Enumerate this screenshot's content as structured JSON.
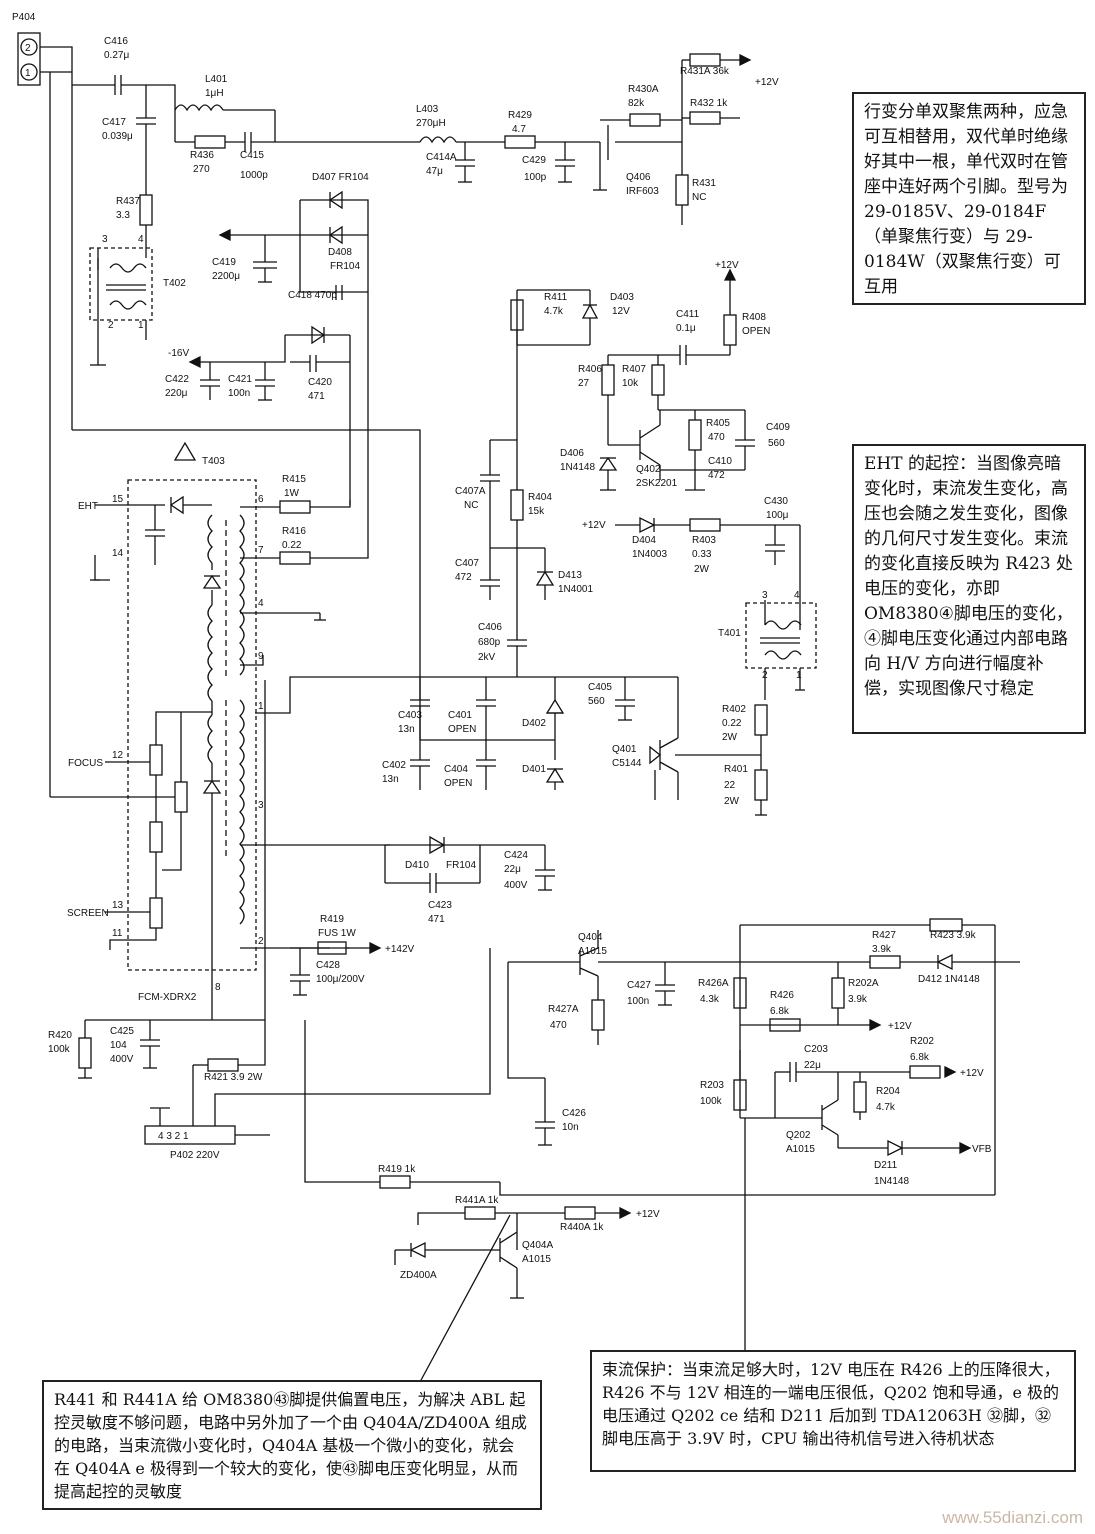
{
  "notes": {
    "dual_focus": "行变分单双聚焦两种，应急可互相替用，双代单时绝缘好其中一根，单代双时在管座中连好两个引脚。型号为 29-0185V、29-0184F（单聚焦行变）与 29-0184W（双聚焦行变）可互用",
    "eht": "EHT 的起控：当图像亮暗变化时，束流发生变化，高压也会随之发生变化，图像的几何尺寸发生变化。束流的变化直接反映为 R423 处电压的变化，亦即 OM8380④脚电压的变化，④脚电压变化通过内部电路向 H/V 方向进行幅度补偿，实现图像尺寸稳定",
    "beam_protect": "束流保护：当束流足够大时，12V 电压在 R426 上的压降很大，R426 不与 12V 相连的一端电压很低，Q202 饱和导通，e 极的电压通过 Q202 ce 结和 D211 后加到 TDA12063H ㉜脚，㉜脚电压高于 3.9V 时，CPU 输出待机信号进入待机状态",
    "abl": "R441 和 R441A 给 OM8380㊸脚提供偏置电压，为解决 ABL 起控灵敏度不够问题，电路中另外加了一个由 Q404A/ZD400A 组成的电路，当束流微小变化时，Q404A 基极一个微小的变化，就会在 Q404A e 极得到一个较大的变化，使㊸脚电压变化明显，从而提高起控的灵敏度"
  },
  "labels": [
    {
      "id": "p404",
      "t": "P404"
    },
    {
      "id": "p404_2",
      "t": "2"
    },
    {
      "id": "p404_1",
      "t": "1"
    },
    {
      "id": "c416",
      "t": "C416"
    },
    {
      "id": "c416v",
      "t": "0.27μ"
    },
    {
      "id": "l401",
      "t": "L401"
    },
    {
      "id": "l401v",
      "t": "1μH"
    },
    {
      "id": "c417",
      "t": "C417"
    },
    {
      "id": "c417v",
      "t": "0.039μ"
    },
    {
      "id": "r436",
      "t": "R436"
    },
    {
      "id": "r436v",
      "t": "270"
    },
    {
      "id": "c415",
      "t": "C415"
    },
    {
      "id": "c415v",
      "t": "1000p"
    },
    {
      "id": "r437",
      "t": "R437"
    },
    {
      "id": "r437v",
      "t": "3.3"
    },
    {
      "id": "t402",
      "t": "T402"
    },
    {
      "id": "t402_3",
      "t": "3"
    },
    {
      "id": "t402_4",
      "t": "4"
    },
    {
      "id": "t402_2",
      "t": "2"
    },
    {
      "id": "t402_1",
      "t": "1"
    },
    {
      "id": "l403",
      "t": "L403"
    },
    {
      "id": "l403v",
      "t": "270μH"
    },
    {
      "id": "r429",
      "t": "R429"
    },
    {
      "id": "r429v",
      "t": "4.7"
    },
    {
      "id": "c414a",
      "t": "C414A"
    },
    {
      "id": "c414av",
      "t": "47μ"
    },
    {
      "id": "c429",
      "t": "C429"
    },
    {
      "id": "c429v",
      "t": "100p"
    },
    {
      "id": "r431a",
      "t": "R431A 36k"
    },
    {
      "id": "p12a",
      "t": "+12V"
    },
    {
      "id": "r430a",
      "t": "R430A"
    },
    {
      "id": "r430av",
      "t": "82k"
    },
    {
      "id": "r432",
      "t": "R432 1k"
    },
    {
      "id": "q406",
      "t": "Q406"
    },
    {
      "id": "q406v",
      "t": "IRF603"
    },
    {
      "id": "r431",
      "t": "R431"
    },
    {
      "id": "r431v",
      "t": "NC"
    },
    {
      "id": "d407",
      "t": "D407 FR104"
    },
    {
      "id": "d408",
      "t": "D408"
    },
    {
      "id": "d408v",
      "t": "FR104"
    },
    {
      "id": "c419",
      "t": "C419"
    },
    {
      "id": "c419v",
      "t": "2200μ"
    },
    {
      "id": "c418",
      "t": "C418 470p"
    },
    {
      "id": "m16",
      "t": "-16V"
    },
    {
      "id": "c422",
      "t": "C422"
    },
    {
      "id": "c422v",
      "t": "220μ"
    },
    {
      "id": "c421",
      "t": "C421"
    },
    {
      "id": "c421v",
      "t": "100n"
    },
    {
      "id": "c420",
      "t": "C420"
    },
    {
      "id": "c420v",
      "t": "471"
    },
    {
      "id": "t403",
      "t": "T403"
    },
    {
      "id": "eht",
      "t": "EHT"
    },
    {
      "id": "p15",
      "t": "15"
    },
    {
      "id": "p14",
      "t": "14"
    },
    {
      "id": "p6",
      "t": "6"
    },
    {
      "id": "p7",
      "t": "7"
    },
    {
      "id": "p4",
      "t": "4"
    },
    {
      "id": "p9",
      "t": "9"
    },
    {
      "id": "p1",
      "t": "1"
    },
    {
      "id": "p3",
      "t": "3"
    },
    {
      "id": "p2",
      "t": "2"
    },
    {
      "id": "p12",
      "t": "12"
    },
    {
      "id": "p13",
      "t": "13"
    },
    {
      "id": "p11",
      "t": "11"
    },
    {
      "id": "p8",
      "t": "8"
    },
    {
      "id": "r415",
      "t": "R415"
    },
    {
      "id": "r415v",
      "t": "1W"
    },
    {
      "id": "r416",
      "t": "R416"
    },
    {
      "id": "r416v",
      "t": "0.22"
    },
    {
      "id": "focus",
      "t": "FOCUS"
    },
    {
      "id": "screen",
      "t": "SCREEN"
    },
    {
      "id": "fcm",
      "t": "FCM-XDRX2"
    },
    {
      "id": "p12b",
      "t": "+12V"
    },
    {
      "id": "r411",
      "t": "R411"
    },
    {
      "id": "r411v",
      "t": "4.7k"
    },
    {
      "id": "d403",
      "t": "D403"
    },
    {
      "id": "d403v",
      "t": "12V"
    },
    {
      "id": "c411",
      "t": "C411"
    },
    {
      "id": "c411v",
      "t": "0.1μ"
    },
    {
      "id": "r408",
      "t": "R408"
    },
    {
      "id": "r408v",
      "t": "OPEN"
    },
    {
      "id": "r406",
      "t": "R406"
    },
    {
      "id": "r406v",
      "t": "27"
    },
    {
      "id": "r407",
      "t": "R407"
    },
    {
      "id": "r407v",
      "t": "10k"
    },
    {
      "id": "r405",
      "t": "R405"
    },
    {
      "id": "r405v",
      "t": "470"
    },
    {
      "id": "c409",
      "t": "C409"
    },
    {
      "id": "c409v",
      "t": "560"
    },
    {
      "id": "d406",
      "t": "D406"
    },
    {
      "id": "d406v",
      "t": "1N4148"
    },
    {
      "id": "q402",
      "t": "Q402"
    },
    {
      "id": "q402v",
      "t": "2SK2201"
    },
    {
      "id": "c410",
      "t": "C410"
    },
    {
      "id": "c410v",
      "t": "472"
    },
    {
      "id": "c407a",
      "t": "C407A"
    },
    {
      "id": "c407av",
      "t": "NC"
    },
    {
      "id": "r404",
      "t": "R404"
    },
    {
      "id": "r404v",
      "t": "15k"
    },
    {
      "id": "c430",
      "t": "C430"
    },
    {
      "id": "c430v",
      "t": "100μ"
    },
    {
      "id": "p12c",
      "t": "+12V"
    },
    {
      "id": "d404",
      "t": "D404"
    },
    {
      "id": "d404v",
      "t": "1N4003"
    },
    {
      "id": "r403",
      "t": "R403"
    },
    {
      "id": "r403v",
      "t": "0.33"
    },
    {
      "id": "r403w",
      "t": "2W"
    },
    {
      "id": "c407",
      "t": "C407"
    },
    {
      "id": "c407v",
      "t": "472"
    },
    {
      "id": "d413",
      "t": "D413"
    },
    {
      "id": "d413v",
      "t": "1N4001"
    },
    {
      "id": "t401",
      "t": "T401"
    },
    {
      "id": "t401_3",
      "t": "3"
    },
    {
      "id": "t401_4",
      "t": "4"
    },
    {
      "id": "t401_2",
      "t": "2"
    },
    {
      "id": "t401_1",
      "t": "1"
    },
    {
      "id": "c406",
      "t": "C406"
    },
    {
      "id": "c406v",
      "t": "680p"
    },
    {
      "id": "c406w",
      "t": "2kV"
    },
    {
      "id": "c403",
      "t": "C403"
    },
    {
      "id": "c403v",
      "t": "13n"
    },
    {
      "id": "c401",
      "t": "C401"
    },
    {
      "id": "c401v",
      "t": "OPEN"
    },
    {
      "id": "d402",
      "t": "D402"
    },
    {
      "id": "c405",
      "t": "C405"
    },
    {
      "id": "c405v",
      "t": "560"
    },
    {
      "id": "r402",
      "t": "R402"
    },
    {
      "id": "r402v",
      "t": "0.22"
    },
    {
      "id": "r402w",
      "t": "2W"
    },
    {
      "id": "c402",
      "t": "C402"
    },
    {
      "id": "c402v",
      "t": "13n"
    },
    {
      "id": "c404",
      "t": "C404"
    },
    {
      "id": "c404v",
      "t": "OPEN"
    },
    {
      "id": "d401",
      "t": "D401"
    },
    {
      "id": "q401",
      "t": "Q401"
    },
    {
      "id": "q401v",
      "t": "C5144"
    },
    {
      "id": "r401",
      "t": "R401"
    },
    {
      "id": "r401v",
      "t": "22"
    },
    {
      "id": "r401w",
      "t": "2W"
    },
    {
      "id": "d410",
      "t": "D410"
    },
    {
      "id": "d410v",
      "t": "FR104"
    },
    {
      "id": "c424",
      "t": "C424"
    },
    {
      "id": "c424v",
      "t": "22μ"
    },
    {
      "id": "c424w",
      "t": "400V"
    },
    {
      "id": "c423",
      "t": "C423"
    },
    {
      "id": "c423v",
      "t": "471"
    },
    {
      "id": "r419f",
      "t": "R419"
    },
    {
      "id": "r419fv",
      "t": "FUS 1W"
    },
    {
      "id": "p142",
      "t": "+142V"
    },
    {
      "id": "c428",
      "t": "C428"
    },
    {
      "id": "c428v",
      "t": "100μ/200V"
    },
    {
      "id": "q404",
      "t": "Q404"
    },
    {
      "id": "q404v",
      "t": "A1015"
    },
    {
      "id": "r427",
      "t": "R427"
    },
    {
      "id": "r427v",
      "t": "3.9k"
    },
    {
      "id": "r423",
      "t": "R423 3.9k"
    },
    {
      "id": "c427",
      "t": "C427"
    },
    {
      "id": "c427v",
      "t": "100n"
    },
    {
      "id": "r426a",
      "t": "R426A"
    },
    {
      "id": "r426av",
      "t": "4.3k"
    },
    {
      "id": "r202a",
      "t": "R202A"
    },
    {
      "id": "r202av",
      "t": "3.9k"
    },
    {
      "id": "d412",
      "t": "D412 1N4148"
    },
    {
      "id": "r427a",
      "t": "R427A"
    },
    {
      "id": "r427av",
      "t": "470"
    },
    {
      "id": "r426",
      "t": "R426"
    },
    {
      "id": "r426v",
      "t": "6.8k"
    },
    {
      "id": "p12d",
      "t": "+12V"
    },
    {
      "id": "r420",
      "t": "R420"
    },
    {
      "id": "r420v",
      "t": "100k"
    },
    {
      "id": "c425",
      "t": "C425"
    },
    {
      "id": "c425v",
      "t": "104"
    },
    {
      "id": "c425w",
      "t": "400V"
    },
    {
      "id": "c203",
      "t": "C203"
    },
    {
      "id": "c203v",
      "t": "22μ"
    },
    {
      "id": "r202",
      "t": "R202"
    },
    {
      "id": "r202v",
      "t": "6.8k"
    },
    {
      "id": "p12e",
      "t": "+12V"
    },
    {
      "id": "r421",
      "t": "R421 3.9 2W"
    },
    {
      "id": "r203",
      "t": "R203"
    },
    {
      "id": "r203v",
      "t": "100k"
    },
    {
      "id": "r204",
      "t": "R204"
    },
    {
      "id": "r204v",
      "t": "4.7k"
    },
    {
      "id": "c426",
      "t": "C426"
    },
    {
      "id": "c426v",
      "t": "10n"
    },
    {
      "id": "p402pins",
      "t": "4 3 2 1"
    },
    {
      "id": "p402",
      "t": "P402 220V"
    },
    {
      "id": "q202",
      "t": "Q202"
    },
    {
      "id": "q202v",
      "t": "A1015"
    },
    {
      "id": "vfb",
      "t": "VFB"
    },
    {
      "id": "d211",
      "t": "D211"
    },
    {
      "id": "d211v",
      "t": "1N4148"
    },
    {
      "id": "r419",
      "t": "R419 1k"
    },
    {
      "id": "r441a",
      "t": "R441A 1k"
    },
    {
      "id": "r440a",
      "t": "R440A 1k"
    },
    {
      "id": "p12f",
      "t": "+12V"
    },
    {
      "id": "q404a",
      "t": "Q404A"
    },
    {
      "id": "q404av",
      "t": "A1015"
    },
    {
      "id": "zd400a",
      "t": "ZD400A"
    }
  ],
  "watermark": "www.55dianzi.com"
}
